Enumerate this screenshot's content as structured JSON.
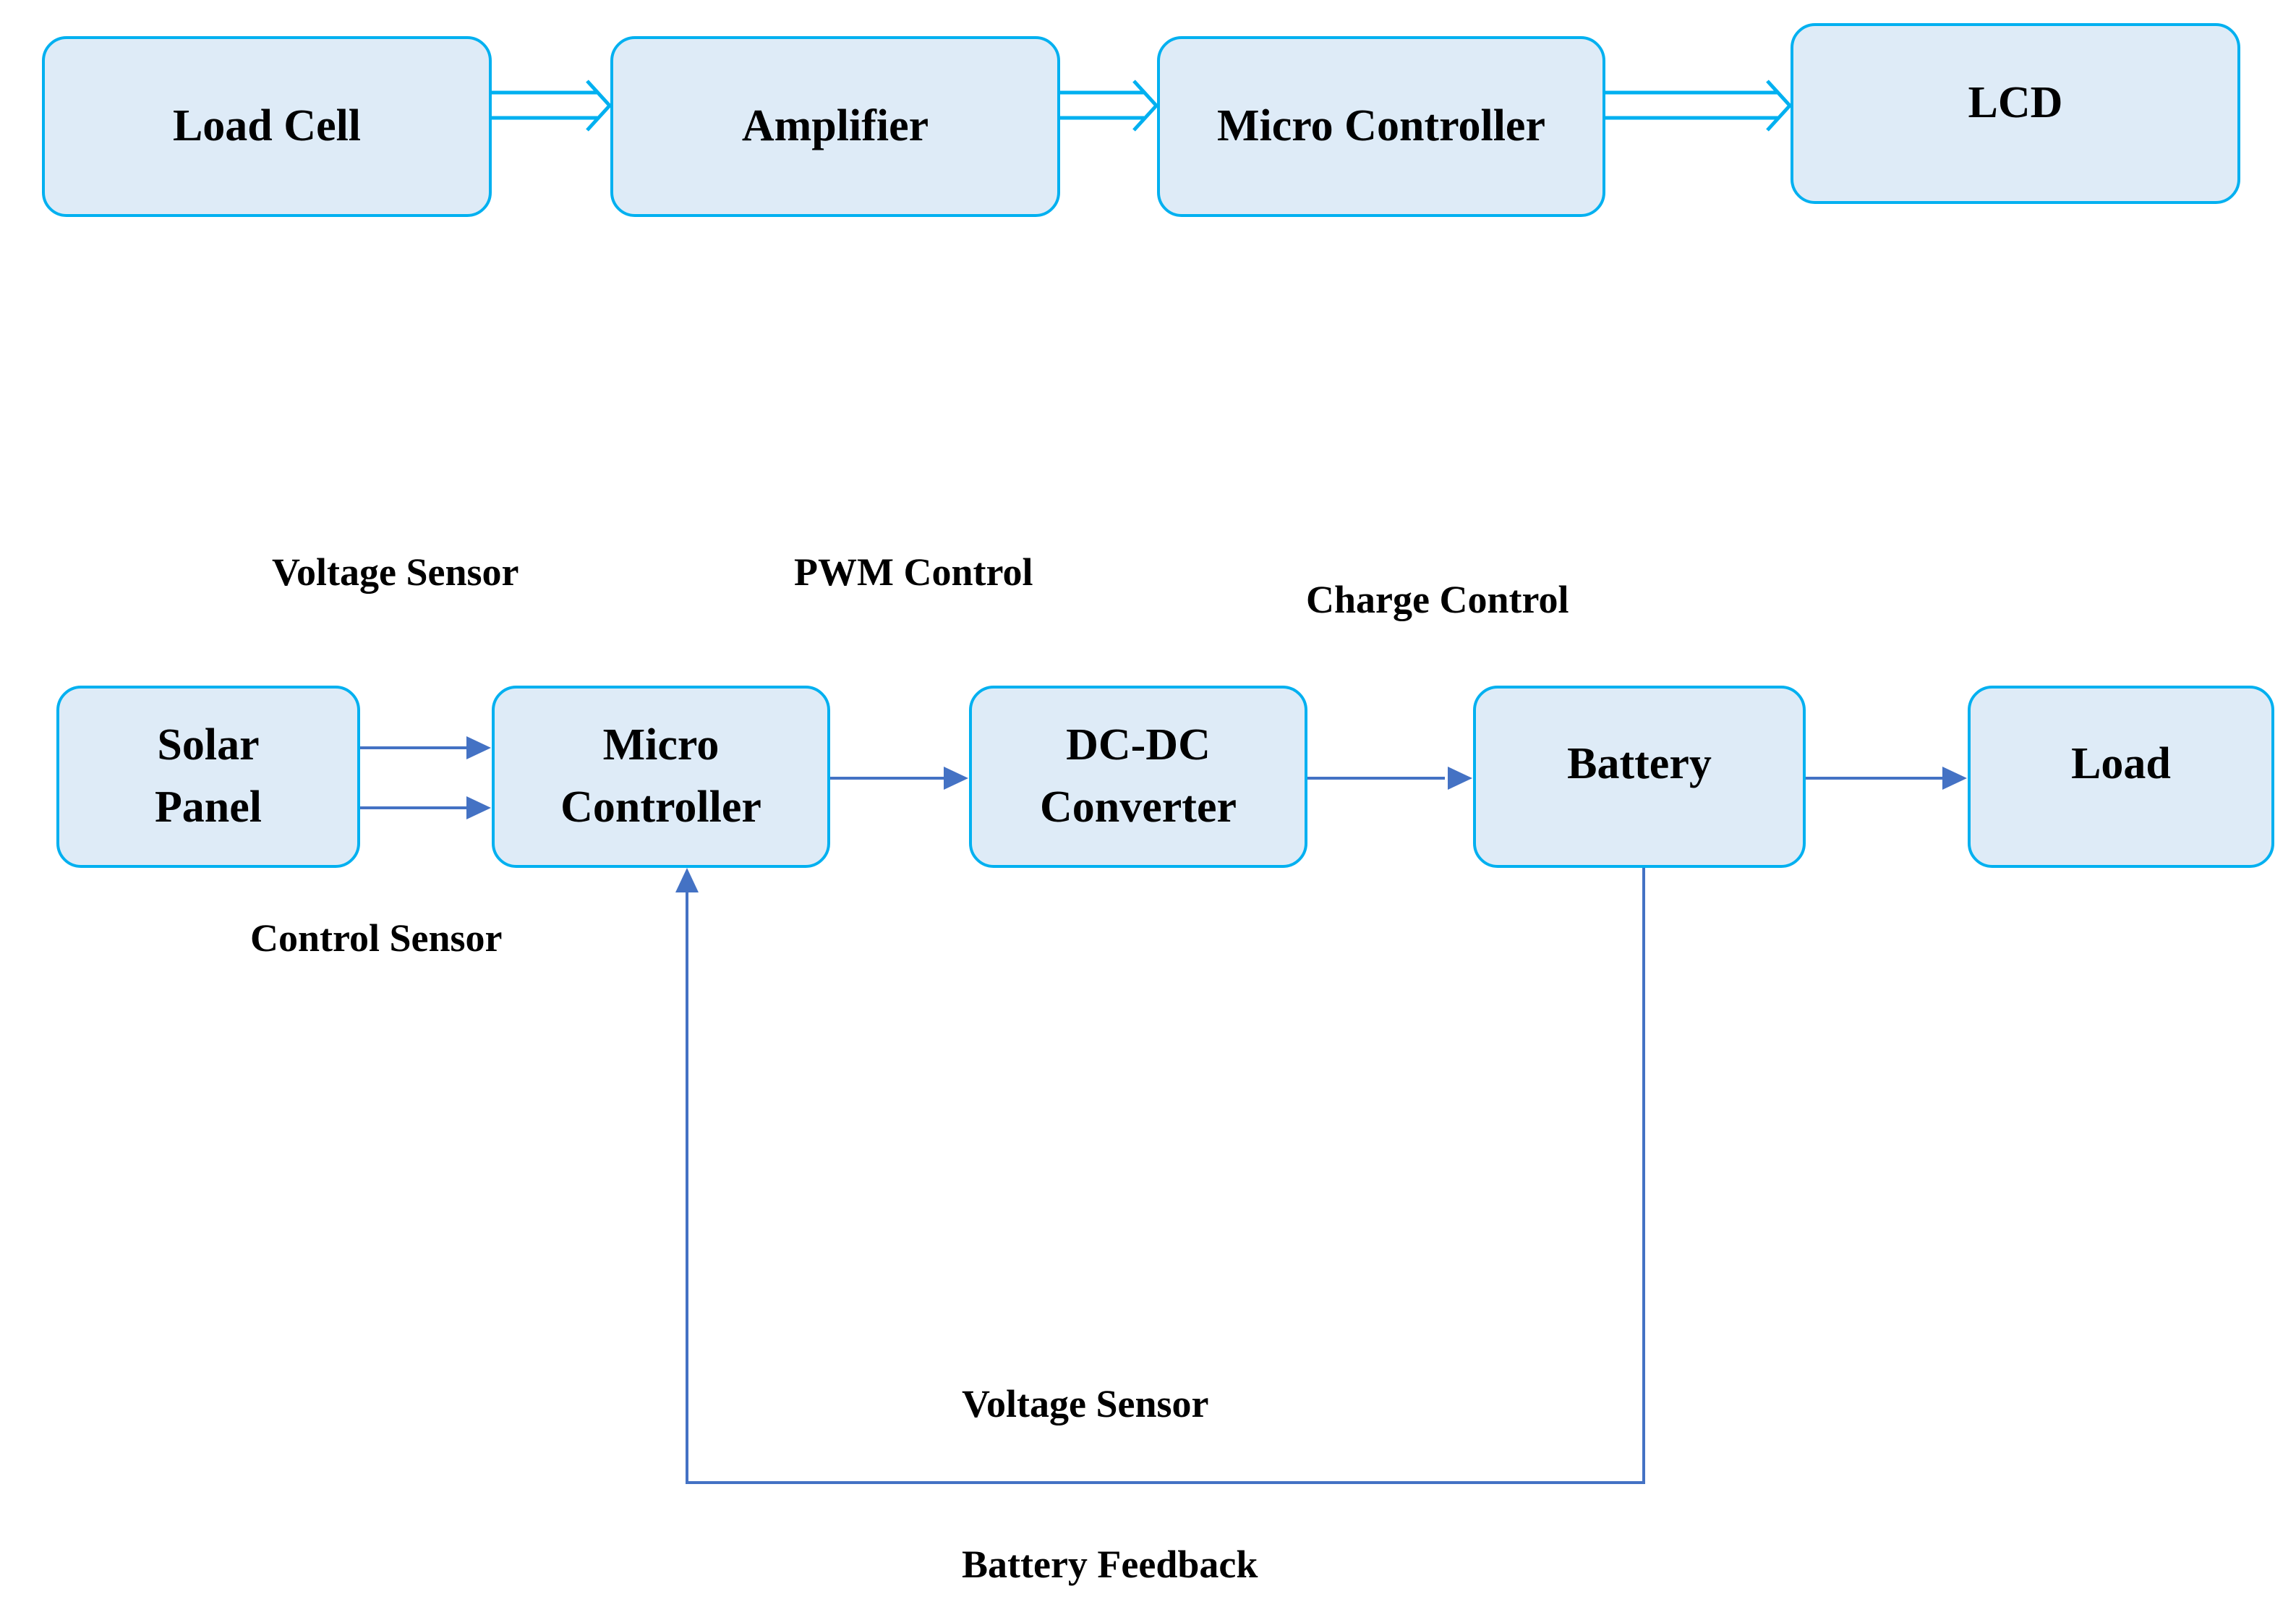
{
  "top_chain": {
    "load_cell": "Load Cell",
    "amplifier": "Amplifier",
    "micro_controller": "Micro Controller",
    "lcd": "LCD"
  },
  "bottom_chain": {
    "solar_panel": [
      "Solar",
      "Panel"
    ],
    "micro_controller": [
      "Micro",
      "Controller"
    ],
    "dc_dc_converter": [
      "DC-DC",
      "Converter"
    ],
    "battery": "Battery",
    "load": "Load"
  },
  "labels": {
    "voltage_sensor_top": "Voltage Sensor",
    "control_sensor": "Control Sensor",
    "pwm_control": "PWM Control",
    "charge_control": "Charge Control",
    "voltage_sensor_feedback": "Voltage Sensor",
    "battery_feedback": "Battery Feedback"
  },
  "colors": {
    "block_fill": "#deebf7",
    "block_border": "#00b0f0",
    "top_arrow": "#00b0f0",
    "bottom_arrow": "#4472c4"
  }
}
